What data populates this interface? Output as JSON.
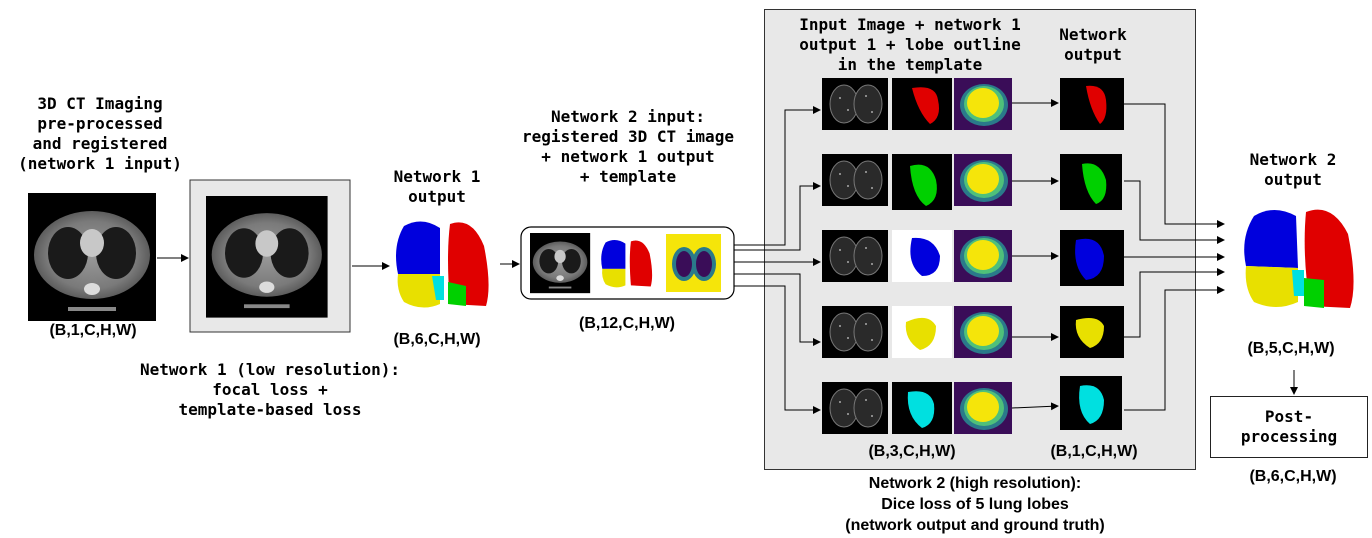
{
  "labels": {
    "input_title": "3D CT Imaging\npre-processed\nand registered\n(network 1 input)",
    "shape_in": "(B,1,C,H,W)",
    "net1_output_title": "Network 1\noutput",
    "shape_net1": "(B,6,C,H,W)",
    "net1_desc": "Network 1 (low resolution):\nfocal loss +\ntemplate-based loss",
    "net2_input_title": "Network 2 input:\nregistered 3D CT image\n+ network 1 output\n+ template",
    "shape_net2_in": "(B,12,C,H,W)",
    "panel_title": "Input Image + network 1\noutput 1 + lobe outline\nin the template",
    "net_output_title": "Network\noutput",
    "shape_panel_in": "(B,3,C,H,W)",
    "shape_panel_out": "(B,1,C,H,W)",
    "net2_desc": "Network 2 (high resolution):\nDice loss of 5 lung lobes\n(network output and ground truth)",
    "net2_output_title": "Network 2\noutput",
    "shape_net2_out": "(B,5,C,H,W)",
    "postprocess": "Post-\nprocessing",
    "shape_final": "(B,6,C,H,W)"
  },
  "colors": {
    "lobe_red": "#e00000",
    "lobe_green": "#00d000",
    "lobe_blue": "#0000dd",
    "lobe_yellow": "#e8e000",
    "lobe_cyan": "#00e0e0",
    "template_bg": "#f5e50a",
    "template_dark": "#3a0d58",
    "panel_bg": "#e8e8e8"
  },
  "icons": [
    "ct-scan-image",
    "lung-lobe-render",
    "lobe-segmentation-mask",
    "template-overlay"
  ]
}
